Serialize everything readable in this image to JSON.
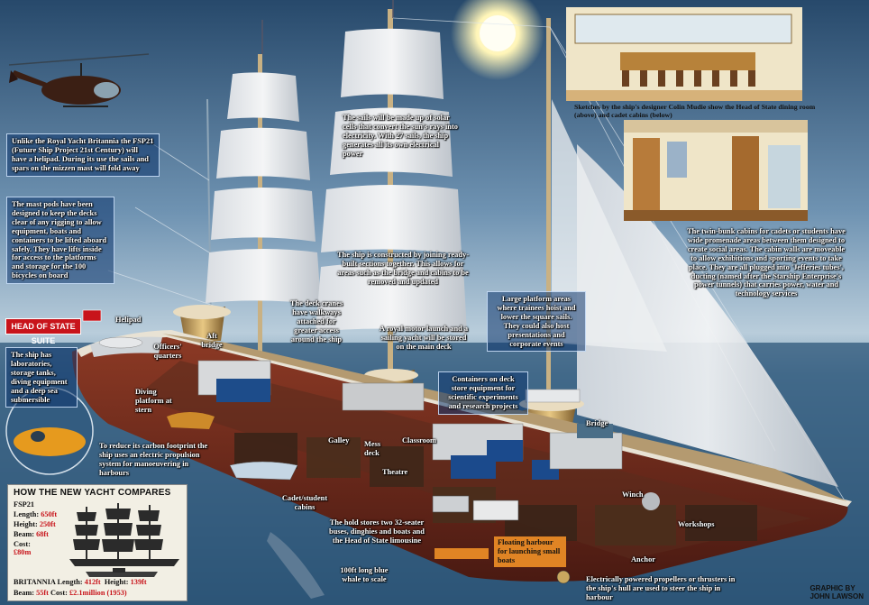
{
  "labels": {
    "helipad_info": "Unlike the Royal Yacht Britannia the FSP21 (Future Ship Project 21st Century) will have a helipad. During its use the sails and spars on the mizzen mast will fold away",
    "mast_pods": "The mast pods have been designed to keep the decks clear of any rigging to allow equipment, boats and containers to be lifted aboard safely. They have lifts inside for access to the platforms and storage for the 100 bicycles on board",
    "head_of_state": "HEAD OF STATE SUITE",
    "labs": "The ship has laboratories, storage tanks, diving equipment and a deep sea submersible",
    "carbon": "To reduce its carbon footprint the ship uses an electric propulsion system for manoeuvering in harbours",
    "helipad": "Helipad",
    "officers": "Officers' quarters",
    "aft_bridge": "Aft bridge",
    "diving": "Diving platform at stern",
    "sails_solar": "The sails will be made up of solar cells that convert the sun's rays into electricity. With 27 sails, the ship generates all its own electrical power",
    "constructed": "The ship is constructed by joining ready-built sections together. This allows for areas such as the bridge and cabins to be removed and updated",
    "deck_cranes": "The deck cranes have walkways attached for greater access around the ship",
    "royal_launch": "A royal motor launch and a sailing yacht will be stored on the main deck",
    "platform_areas": "Large platform areas where trainees hoist and lower the square sails. They could also host presentations and corporate events",
    "containers": "Containers on deck store equipment for scientific experiments and research projects",
    "galley": "Galley",
    "mess": "Mess deck",
    "classroom": "Classroom",
    "theatre": "Theatre",
    "cadet_cabins": "Cadet/student cabins",
    "bridge": "Bridge",
    "winch": "Winch",
    "workshops": "Workshops",
    "anchor": "Anchor",
    "hold": "The hold stores two 32-seater buses, dinghies and boats and the Head of State limousine",
    "floating": "Floating harbour for launching small boats",
    "propellers": "Electrically powered propellers or thrusters in the ship's hull are used to steer the ship in harbour",
    "whale": "100ft long blue whale to scale",
    "twin_bunk": "The twin-bunk cabins for cadets or students have wide promenade areas between them designed to create social areas. The cabin walls are moveable to allow exhibitions and sporting events to take place. They are all plugged into 'Jefferies tubes', ducting (named after the Starship Enterprise's power tunnels) that carries power, water and technology services",
    "sketch_caption": "Sketches by the ship's designer Colin Mudie show the Head of State dining room (above) and cadet cabins (below)"
  },
  "compare": {
    "title": "HOW THE NEW YACHT COMPARES",
    "fsp_name": "FSP21",
    "fsp_length_label": "Length:",
    "fsp_length": "650ft",
    "fsp_height_label": "Height:",
    "fsp_height": "250ft",
    "fsp_beam_label": "Beam:",
    "fsp_beam": "68ft",
    "fsp_cost_label": "Cost:",
    "fsp_cost": "£80m",
    "brit_label": "BRITANNIA Length:",
    "brit_length": "412ft",
    "brit_height_label": "Height:",
    "brit_height": "139ft",
    "brit_beam_label": "Beam:",
    "brit_beam": "55ft",
    "brit_cost_label": "Cost:",
    "brit_cost": "£2.1million (1953)"
  },
  "credit": {
    "line1": "GRAPHIC BY",
    "line2": "JOHN LAWSON"
  },
  "colors": {
    "sea": "#2f5a7e",
    "sky": "#8fb0c8",
    "hull": "#7a2a1e",
    "deck": "#6b4a2a",
    "red_accent": "#c8141b"
  }
}
